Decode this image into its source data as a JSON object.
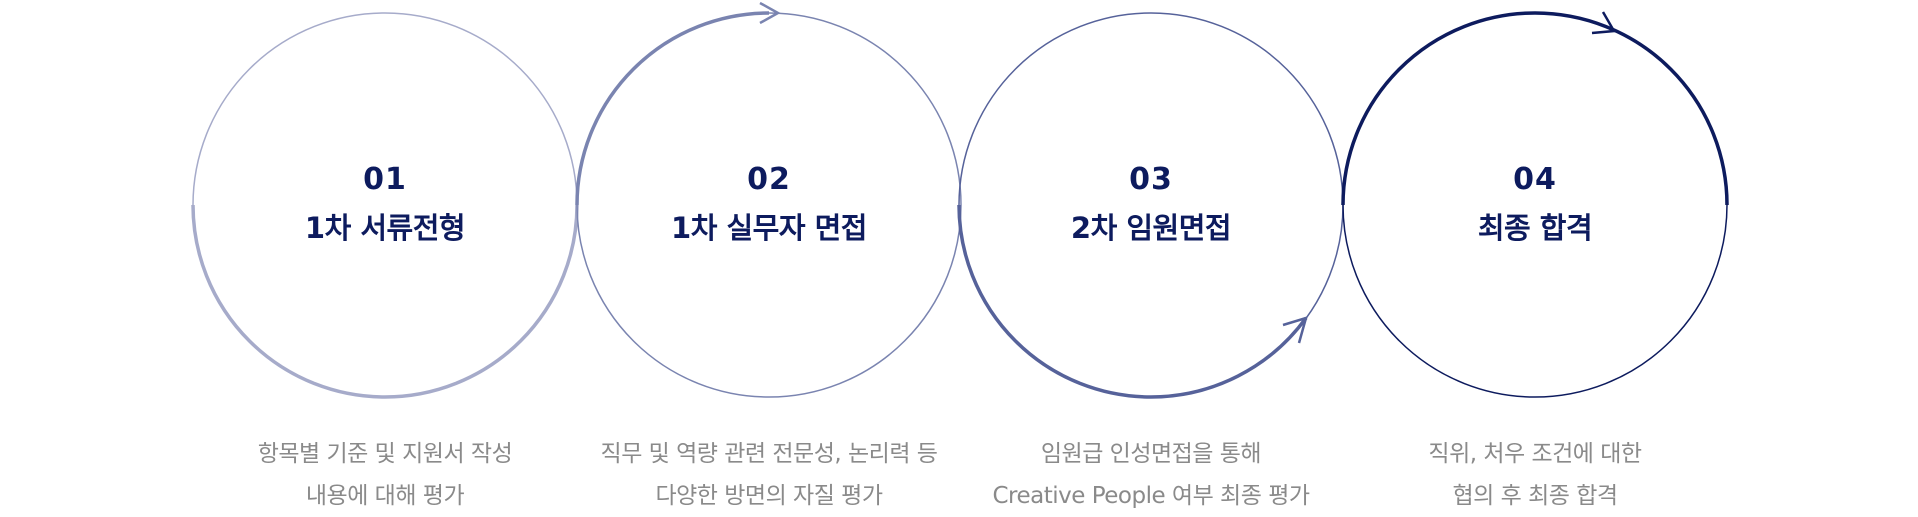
{
  "steps": [
    {
      "number": "01",
      "title": "1차 서류전형",
      "desc_line1": "항목별 기준 및 지원서 작성",
      "desc_line2": "내용에 대해 평가"
    },
    {
      "number": "02",
      "title": "1차 실무자 면접",
      "desc_line1": "직무 및 역량 관련 전문성, 논리력 등",
      "desc_line2": "다양한 방면의 자질 평가"
    },
    {
      "number": "03",
      "title": "2차 임원면접",
      "desc_line1": "임원급 인성면접을 통해",
      "desc_line2": "Creative People 여부 최종 평가"
    },
    {
      "number": "04",
      "title": "최종 합격",
      "desc_line1": "직위, 처우 조건에 대한",
      "desc_line2": "협의 후 최종 합격"
    }
  ],
  "colors": {
    "step1_circle": "#a6abca",
    "step2_circle": "#7a84b0",
    "step3_circle": "#56629a",
    "step4_circle": "#0d1b5e",
    "heading_text": "#0d1b5e",
    "desc_text": "#8a8a8a"
  }
}
